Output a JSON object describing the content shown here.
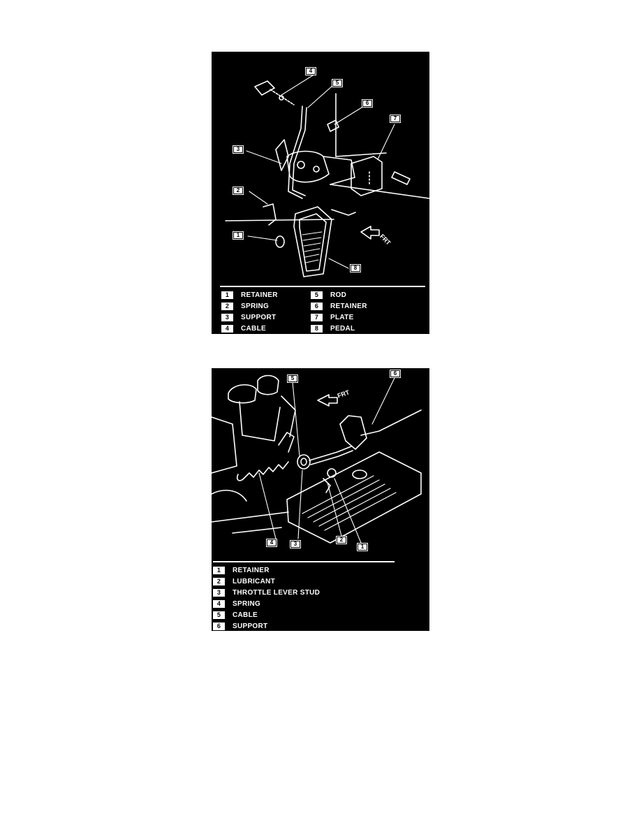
{
  "figure1": {
    "callouts": [
      "1",
      "2",
      "3",
      "4",
      "5",
      "6",
      "7",
      "8"
    ],
    "direction_label": "FRT",
    "legend_left": [
      {
        "num": "1",
        "label": "RETAINER"
      },
      {
        "num": "2",
        "label": "SPRING"
      },
      {
        "num": "3",
        "label": "SUPPORT"
      },
      {
        "num": "4",
        "label": "CABLE"
      }
    ],
    "legend_right": [
      {
        "num": "5",
        "label": "ROD"
      },
      {
        "num": "6",
        "label": "RETAINER"
      },
      {
        "num": "7",
        "label": "PLATE"
      },
      {
        "num": "8",
        "label": "PEDAL"
      }
    ]
  },
  "figure2": {
    "callouts": [
      "1",
      "2",
      "3",
      "4",
      "5",
      "6"
    ],
    "direction_label": "FRT",
    "legend": [
      {
        "num": "1",
        "label": "RETAINER"
      },
      {
        "num": "2",
        "label": "LUBRICANT"
      },
      {
        "num": "3",
        "label": "THROTTLE LEVER STUD"
      },
      {
        "num": "4",
        "label": "SPRING"
      },
      {
        "num": "5",
        "label": "CABLE"
      },
      {
        "num": "6",
        "label": "SUPPORT"
      }
    ]
  }
}
